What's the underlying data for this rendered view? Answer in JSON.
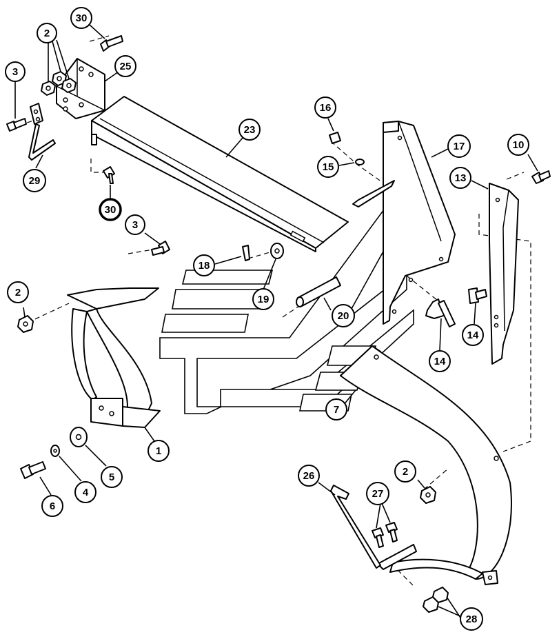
{
  "callouts": {
    "c30_top": "30",
    "c2_top": "2",
    "c25": "25",
    "c3_top": "3",
    "c29": "29",
    "c23": "23",
    "c30_mid": "30",
    "c3_mid": "3",
    "c16": "16",
    "c15": "15",
    "c17": "17",
    "c10": "10",
    "c13": "13",
    "c18": "18",
    "c19": "19",
    "c20": "20",
    "c2_left": "2",
    "c14_a": "14",
    "c14_b": "14",
    "c7": "7",
    "c1": "1",
    "c5": "5",
    "c4": "4",
    "c6": "6",
    "c26": "26",
    "c2_right": "2",
    "c27": "27",
    "c28": "28"
  }
}
